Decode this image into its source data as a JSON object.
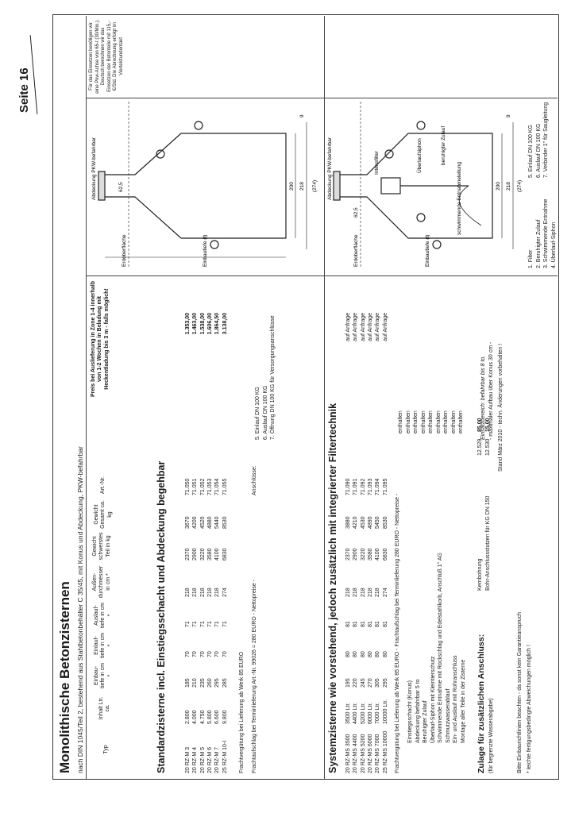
{
  "page": {
    "number": "Seite 16"
  },
  "header": {
    "title": "Monolithische Betonzisternen",
    "subtitle": "nach DIN 1045/Teil 2, bestehend aus Stahlbetonbehälter C 35/45, mit Konus und Abdeckung, PKW-befahrbar",
    "columns": [
      "Typ",
      "Inhalt Ltr. ca.",
      "Einbau-tiefe in cm *",
      "Einlauf-tiefe in cm *",
      "Auslauf-tiefe in cm *",
      "Außen-durchmesser in cm *",
      "Gewicht schwerstes Teil in kg",
      "Gewicht Gesamt ca. kg",
      "Art.-Nr.",
      "Preis bei Auslieferung in Zone 1-4 innerhalb von 1-2 Wochen in Beladung mit Heckentladung bis 3 m - falls möglich!",
      "Für das Einsetzen benötigen wir eine Pkw-Achse von 65-t (30/Mio.). Deutsch berechnen wir das Einsetzen der Betonteile mit 115,-€/Std. Die Abrechnung erfolgt im Viertelstundentakt"
    ]
  },
  "standard": {
    "title": "Standardzisterne incl. Einstiegsschacht und Abdeckung begehbar",
    "rows": [
      [
        "20 RZ-M 3",
        "2.800",
        "185",
        "70",
        "71",
        "218",
        "2370",
        "3670",
        "71.050",
        "1.353,00"
      ],
      [
        "20 RZ-M 4",
        "4.000",
        "210",
        "70",
        "71",
        "218",
        "2900",
        "4200",
        "71.051",
        "1.463,00"
      ],
      [
        "20 RZ-M 5",
        "4.750",
        "235",
        "70",
        "71",
        "218",
        "3220",
        "4520",
        "71.052",
        "1.538,00"
      ],
      [
        "20 RZ-M 6",
        "5.800",
        "260",
        "70",
        "71",
        "218",
        "3580",
        "4880",
        "71.053",
        "1.606,00"
      ],
      [
        "20 RZ-M 7",
        "6.600",
        "295",
        "70",
        "71",
        "218",
        "4100",
        "5440",
        "71.054",
        "1.864,50"
      ],
      [
        "25 RZ-M 10-I",
        "9.800",
        "285",
        "70",
        "71",
        "274",
        "6830",
        "8530",
        "71.055",
        "3.138,00"
      ]
    ],
    "freight": "Frachtvergütung bei Lieferung ab Werk 85 EURO",
    "surcharge": "Frachtaufschlag bei Terminlieferung Art.-Nr. 99026 = 280 EURO - Nettopreise -",
    "connections_label": "Anschlüsse:",
    "connections": [
      "5. Einlauf DN 100 KG",
      "6. Auslauf DN 100 KG",
      "7. Öffnung DN 100 KG für Versorgungsanschlüsse"
    ]
  },
  "system": {
    "title": "Systemzisterne wie vorstehend, jedoch zusätzlich mit integrierter Filtertechnik",
    "rows": [
      [
        "20 RZ-MS 3500",
        "3500 Ltr.",
        "195",
        "80",
        "81",
        "218",
        "2370",
        "3880",
        "71.090",
        "auf Anfrage"
      ],
      [
        "20 RZ-MS 4400",
        "4400 Ltr.",
        "220",
        "80",
        "81",
        "218",
        "2900",
        "4210",
        "71.091",
        "auf Anfrage"
      ],
      [
        "20 RZ-MS 5200",
        "5200 Ltr.",
        "245",
        "80",
        "81",
        "218",
        "3220",
        "4530",
        "71.092",
        "auf Anfrage"
      ],
      [
        "20 RZ-MS 6000",
        "6000 Ltr.",
        "270",
        "80",
        "81",
        "218",
        "3580",
        "4890",
        "71.093",
        "auf Anfrage"
      ],
      [
        "20 RZ-MS 7000",
        "7000 Ltr.",
        "305",
        "80",
        "81",
        "218",
        "4100",
        "5450",
        "71.094",
        "auf Anfrage"
      ],
      [
        "25 RZ-MS 10000",
        "10000 Ltr.",
        "295",
        "80",
        "81",
        "274",
        "6830",
        "8530",
        "71.095",
        "auf Anfrage"
      ]
    ],
    "freight": "Frachtvergütung bei Lieferung ab Werk 85 EURO - Frachtaufschlag bei Terminlieferung 280 EURO - Nettopreise -",
    "features": [
      "Einstiegsschacht (Konus)",
      "Abdeckung befahrbar 5 to",
      "Beruhigter Zulauf",
      "Überlauf-Siphon mit Kleintierschutz",
      "Schwimmende Entnahme mit Rückschlag und Edelstahlkorb, Anschluß 1\" AG",
      "Schmutzwasserablauf",
      "Ein- und Auslauf mit Rohranschluss",
      "Montage aller Teile in der Zisterne"
    ],
    "features_status": [
      "enthalten",
      "enthalten",
      "enthalten",
      "enthalten",
      "enthalten",
      "enthalten",
      "enthalten",
      "enthalten",
      "enthalten"
    ],
    "extras_title": "Zulage für zusätzlichen Anschluss:",
    "extras_sub": "(für begrenzte Wasserabgabe)",
    "extras": [
      [
        "Kernbohrung",
        "12.529",
        "85,00"
      ],
      [
        "Bohr-Anschlussstutzen für KG DN 150",
        "12.530",
        "15,00"
      ]
    ],
    "notes": [
      "Bitte Einbaurichtlinien beachten - da sonst kein Garantieanspruch",
      "* leichte fertigungsbedingte Abweichungen möglich !"
    ],
    "right_notes": [
      "Einsatzbereich: befahrbar bis 8 to.",
      "- maximaler Aufbau über Konus 30 cm -",
      "Stand März 2010 - techn. Änderungen vorbehalten !"
    ]
  },
  "diagram_top": {
    "labels": [
      "Abdeckung PKW-befahrbar",
      "62,5",
      "Erdoberfläche",
      "Einbautiefe (t)",
      "200",
      "218",
      "(274)",
      "9"
    ]
  },
  "diagram_bottom": {
    "labels": [
      "Abdeckung PKW-befahrbar",
      "62,5",
      "Intensfilter",
      "Überlaufsiphon",
      "beruhigter Zulauf",
      "schwimmende Entnahmeleitung",
      "Erdoberfläche",
      "Einbautiefe (t)",
      "200",
      "218",
      "(274)",
      "9"
    ],
    "legend_left": [
      "1. Filter",
      "2. Beruhigter Zulauf",
      "3. Schwimmende Entnahme",
      "4. Überlauf-Siphon"
    ],
    "legend_right": [
      "5. Einlauf DN 100 KG",
      "6. Auslauf DN 100 KG",
      "7. Verbinder 1\" für Saugleitung"
    ]
  }
}
